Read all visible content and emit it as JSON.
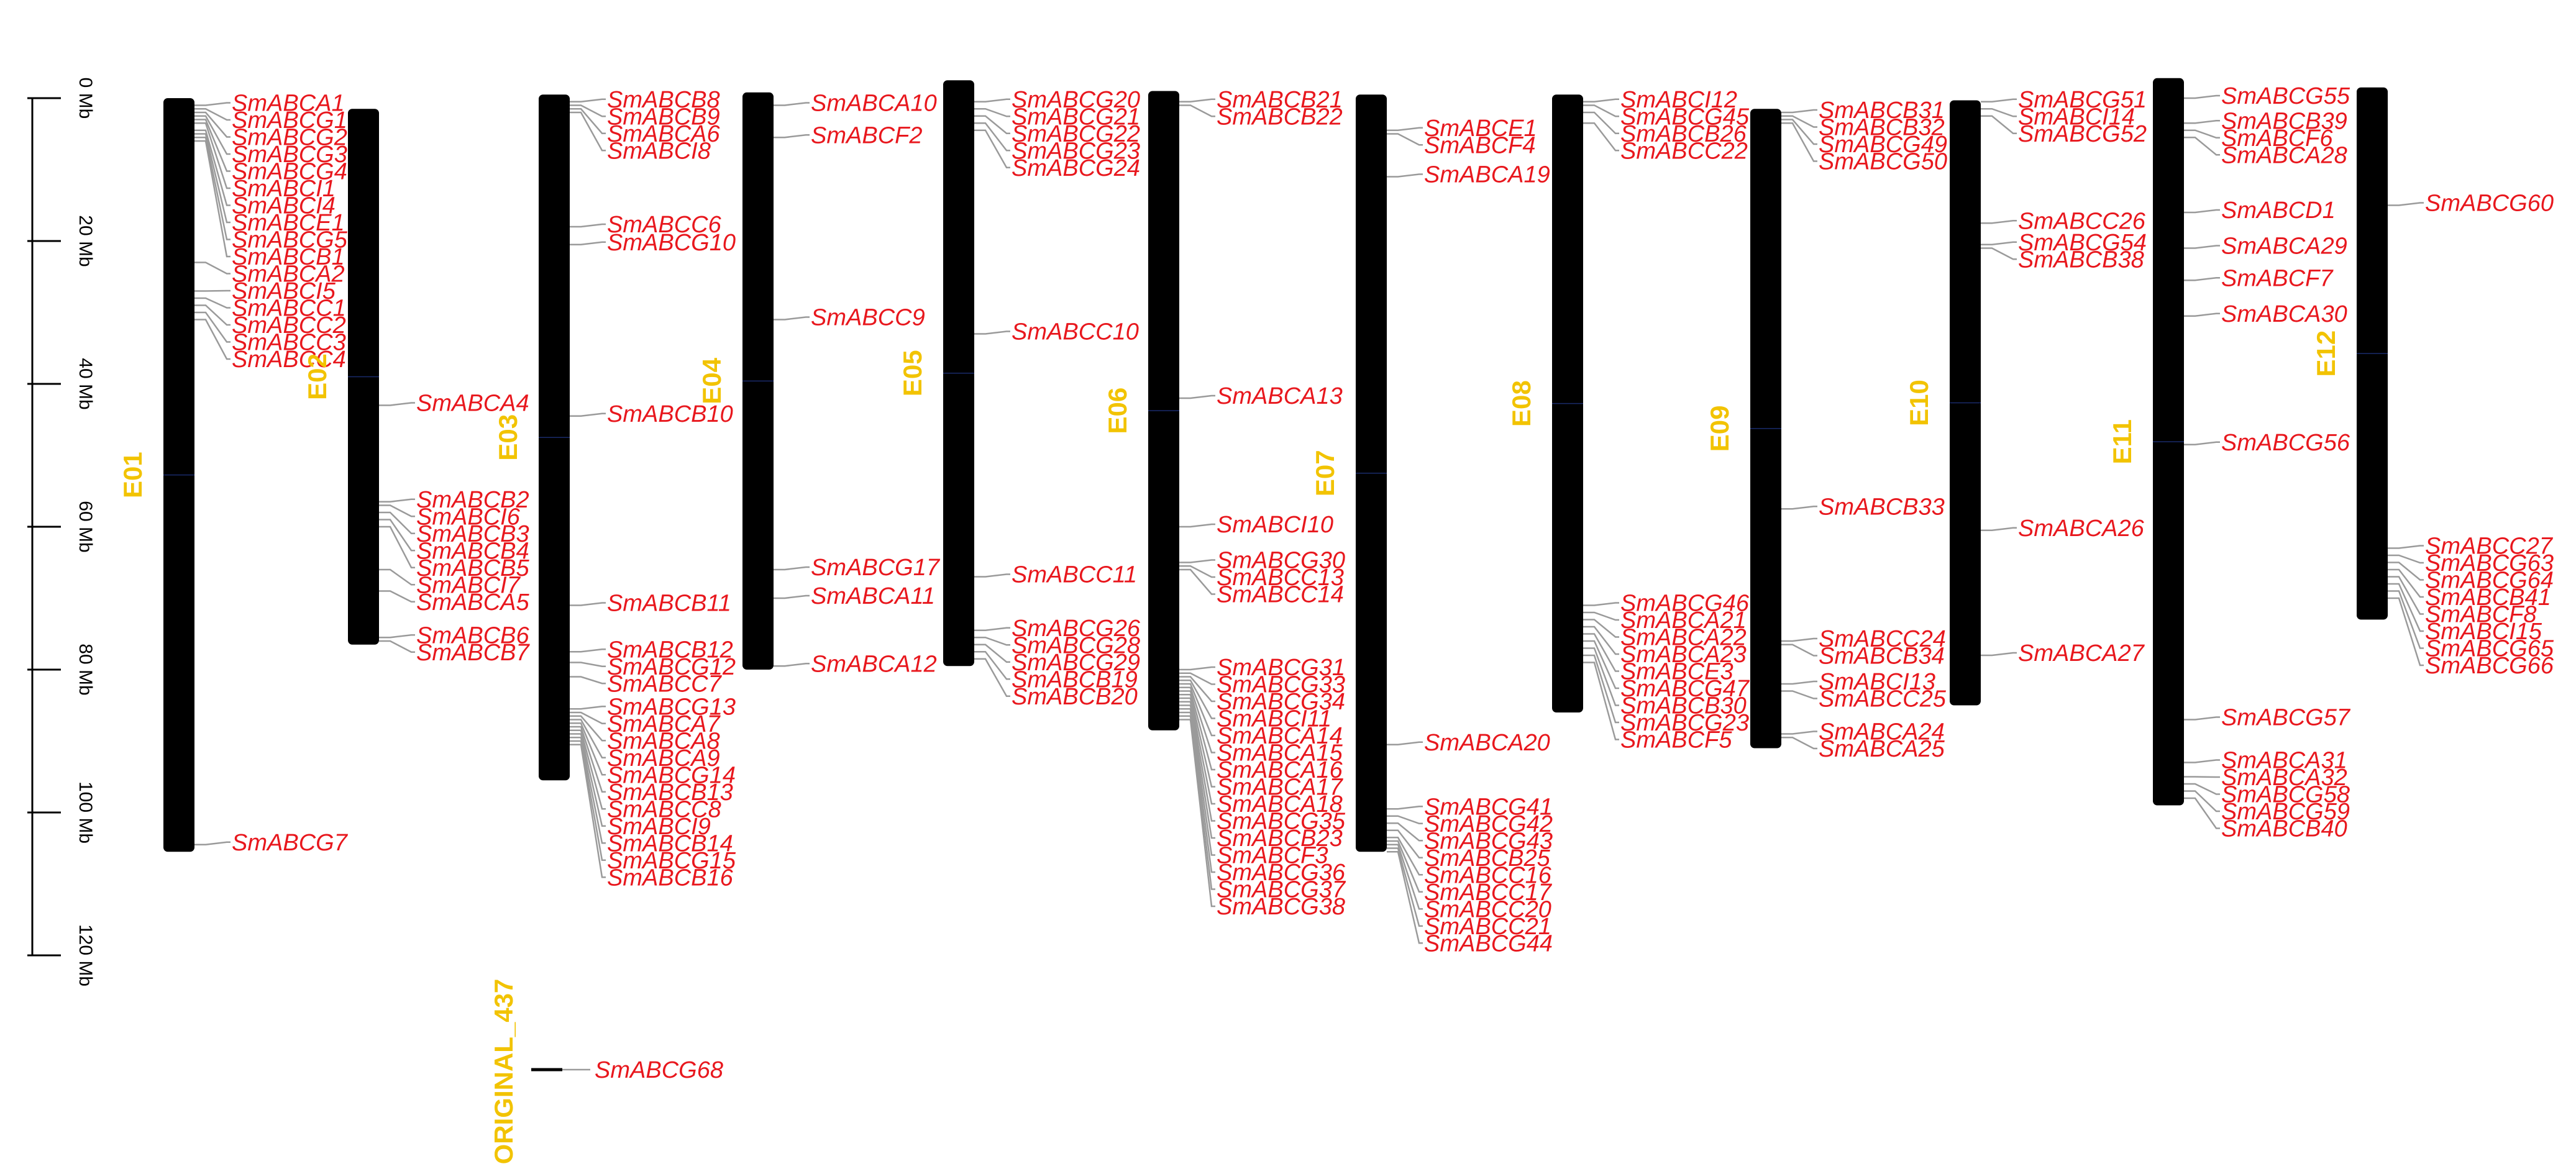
{
  "scale": {
    "unit": "Mb",
    "ticks": [
      {
        "value": 0,
        "label": "0 Mb"
      },
      {
        "value": 20,
        "label": "20 Mb"
      },
      {
        "value": 40,
        "label": "40 Mb"
      },
      {
        "value": 60,
        "label": "60 Mb"
      },
      {
        "value": 80,
        "label": "80 Mb"
      },
      {
        "value": 100,
        "label": "100 Mb"
      },
      {
        "value": 120,
        "label": "120 Mb"
      }
    ]
  },
  "colors": {
    "chromosome": "#000000",
    "chromosome_label": "#f2c300",
    "gene_label": "#e8171d",
    "leader_line": "#9a9a9a"
  },
  "chromosomes": [
    {
      "name": "E01",
      "start": 0,
      "end": 105.5,
      "genes": [
        {
          "name": "SmABCA1",
          "pos": 1.0
        },
        {
          "name": "SmABCG1",
          "pos": 1.5
        },
        {
          "name": "SmABCG2",
          "pos": 2.0
        },
        {
          "name": "SmABCG3",
          "pos": 2.5
        },
        {
          "name": "SmABCG4",
          "pos": 3.0
        },
        {
          "name": "SmABCI1",
          "pos": 3.5
        },
        {
          "name": "SmABCI4",
          "pos": 4.5
        },
        {
          "name": "SmABCE1",
          "pos": 5.0
        },
        {
          "name": "SmABCG5",
          "pos": 5.5
        },
        {
          "name": "SmABCB1",
          "pos": 6.0
        },
        {
          "name": "SmABCA2",
          "pos": 23.0
        },
        {
          "name": "SmABCI5",
          "pos": 27.0
        },
        {
          "name": "SmABCC1",
          "pos": 28.0
        },
        {
          "name": "SmABCC2",
          "pos": 29.0
        },
        {
          "name": "SmABCC3",
          "pos": 30.0
        },
        {
          "name": "SmABCC4",
          "pos": 31.0
        },
        {
          "name": "SmABCG7",
          "pos": 104.5
        }
      ]
    },
    {
      "name": "E02",
      "start": 1.5,
      "end": 76.5,
      "genes": [
        {
          "name": "SmABCA4",
          "pos": 43.0
        },
        {
          "name": "SmABCB2",
          "pos": 56.5
        },
        {
          "name": "SmABCI6",
          "pos": 57.0
        },
        {
          "name": "SmABCB3",
          "pos": 58.0
        },
        {
          "name": "SmABCB4",
          "pos": 59.0
        },
        {
          "name": "SmABCB5",
          "pos": 60.0
        },
        {
          "name": "SmABCI7",
          "pos": 66.0
        },
        {
          "name": "SmABCA5",
          "pos": 69.0
        },
        {
          "name": "SmABCB6",
          "pos": 75.5
        },
        {
          "name": "SmABCB7",
          "pos": 76.0
        }
      ]
    },
    {
      "name": "E03",
      "start": -0.5,
      "end": 95.5,
      "genes": [
        {
          "name": "SmABCB8",
          "pos": 0.5
        },
        {
          "name": "SmABCB9",
          "pos": 1.0
        },
        {
          "name": "SmABCA6",
          "pos": 1.5
        },
        {
          "name": "SmABCI8",
          "pos": 2.0
        },
        {
          "name": "SmABCC6",
          "pos": 18.0
        },
        {
          "name": "SmABCG10",
          "pos": 20.5
        },
        {
          "name": "SmABCB10",
          "pos": 44.5
        },
        {
          "name": "SmABCB11",
          "pos": 71.0
        },
        {
          "name": "SmABCB12",
          "pos": 77.5
        },
        {
          "name": "SmABCG12",
          "pos": 79.0
        },
        {
          "name": "SmABCC7",
          "pos": 81.0
        },
        {
          "name": "SmABCG13",
          "pos": 85.5
        },
        {
          "name": "SmABCA7",
          "pos": 86.0
        },
        {
          "name": "SmABCA8",
          "pos": 86.5
        },
        {
          "name": "SmABCA9",
          "pos": 87.0
        },
        {
          "name": "SmABCG14",
          "pos": 87.5
        },
        {
          "name": "SmABCB13",
          "pos": 88.0
        },
        {
          "name": "SmABCC8",
          "pos": 88.5
        },
        {
          "name": "SmABCI9",
          "pos": 89.0
        },
        {
          "name": "SmABCB14",
          "pos": 89.5
        },
        {
          "name": "SmABCG15",
          "pos": 90.0
        },
        {
          "name": "SmABCB16",
          "pos": 90.5
        }
      ]
    },
    {
      "name": "E04",
      "start": -0.8,
      "end": 80.0,
      "genes": [
        {
          "name": "SmABCA10",
          "pos": 1.0
        },
        {
          "name": "SmABCF2",
          "pos": 5.5
        },
        {
          "name": "SmABCC9",
          "pos": 31.0
        },
        {
          "name": "SmABCG17",
          "pos": 66.0
        },
        {
          "name": "SmABCA11",
          "pos": 70.0
        },
        {
          "name": "SmABCA12",
          "pos": 79.5
        }
      ]
    },
    {
      "name": "E05",
      "start": -2.5,
      "end": 79.5,
      "genes": [
        {
          "name": "SmABCG20",
          "pos": 0.5
        },
        {
          "name": "SmABCG21",
          "pos": 1.5
        },
        {
          "name": "SmABCG22",
          "pos": 2.5
        },
        {
          "name": "SmABCG23",
          "pos": 3.5
        },
        {
          "name": "SmABCG24",
          "pos": 4.5
        },
        {
          "name": "SmABCC10",
          "pos": 33.0
        },
        {
          "name": "SmABCC11",
          "pos": 67.0
        },
        {
          "name": "SmABCG26",
          "pos": 74.5
        },
        {
          "name": "SmABCG28",
          "pos": 75.5
        },
        {
          "name": "SmABCG29",
          "pos": 76.5
        },
        {
          "name": "SmABCB19",
          "pos": 77.5
        },
        {
          "name": "SmABCB20",
          "pos": 78.5
        }
      ]
    },
    {
      "name": "E06",
      "start": -1.0,
      "end": 88.5,
      "genes": [
        {
          "name": "SmABCB21",
          "pos": 0.5
        },
        {
          "name": "SmABCB22",
          "pos": 1.0
        },
        {
          "name": "SmABCA13",
          "pos": 42.0
        },
        {
          "name": "SmABCI10",
          "pos": 60.0
        },
        {
          "name": "SmABCG30",
          "pos": 65.0
        },
        {
          "name": "SmABCC13",
          "pos": 65.5
        },
        {
          "name": "SmABCC14",
          "pos": 66.0
        },
        {
          "name": "SmABCG31",
          "pos": 80.0
        },
        {
          "name": "SmABCG33",
          "pos": 80.5
        },
        {
          "name": "SmABCG34",
          "pos": 81.0
        },
        {
          "name": "SmABCI11",
          "pos": 81.5
        },
        {
          "name": "SmABCA14",
          "pos": 82.0
        },
        {
          "name": "SmABCA15",
          "pos": 82.5
        },
        {
          "name": "SmABCA16",
          "pos": 83.0
        },
        {
          "name": "SmABCA17",
          "pos": 83.5
        },
        {
          "name": "SmABCA18",
          "pos": 84.0
        },
        {
          "name": "SmABCG35",
          "pos": 84.5
        },
        {
          "name": "SmABCB23",
          "pos": 85.0
        },
        {
          "name": "SmABCF3",
          "pos": 85.5
        },
        {
          "name": "SmABCG36",
          "pos": 86.0
        },
        {
          "name": "SmABCG37",
          "pos": 86.5
        },
        {
          "name": "SmABCG38",
          "pos": 87.0
        }
      ]
    },
    {
      "name": "E07",
      "start": -0.5,
      "end": 105.5,
      "genes": [
        {
          "name": "SmABCE1",
          "pos": 4.5
        },
        {
          "name": "SmABCF4",
          "pos": 5.0
        },
        {
          "name": "SmABCA19",
          "pos": 11.0
        },
        {
          "name": "SmABCA20",
          "pos": 90.5
        },
        {
          "name": "SmABCG41",
          "pos": 99.5
        },
        {
          "name": "SmABCG42",
          "pos": 100.5
        },
        {
          "name": "SmABCG43",
          "pos": 101.5
        },
        {
          "name": "SmABCB25",
          "pos": 102.5
        },
        {
          "name": "SmABCC16",
          "pos": 103.5
        },
        {
          "name": "SmABCC17",
          "pos": 104.0
        },
        {
          "name": "SmABCC20",
          "pos": 104.5
        },
        {
          "name": "SmABCC21",
          "pos": 105.0
        },
        {
          "name": "SmABCG44",
          "pos": 105.5
        }
      ]
    },
    {
      "name": "E08",
      "start": -0.5,
      "end": 86.0,
      "genes": [
        {
          "name": "SmABCI12",
          "pos": 0.5
        },
        {
          "name": "SmABCG45",
          "pos": 1.0
        },
        {
          "name": "SmABCB26",
          "pos": 2.0
        },
        {
          "name": "SmABCC22",
          "pos": 3.5
        },
        {
          "name": "SmABCG46",
          "pos": 71.0
        },
        {
          "name": "SmABCA21",
          "pos": 72.0
        },
        {
          "name": "SmABCA22",
          "pos": 73.0
        },
        {
          "name": "SmABCA23",
          "pos": 74.0
        },
        {
          "name": "SmABCE3",
          "pos": 75.0
        },
        {
          "name": "SmABCG47",
          "pos": 76.0
        },
        {
          "name": "SmABCB30",
          "pos": 77.0
        },
        {
          "name": "SmABCG23",
          "pos": 78.0
        },
        {
          "name": "SmABCF5",
          "pos": 79.0
        }
      ]
    },
    {
      "name": "E09",
      "start": 1.5,
      "end": 91.0,
      "genes": [
        {
          "name": "SmABCB31",
          "pos": 2.0
        },
        {
          "name": "SmABCB32",
          "pos": 2.5
        },
        {
          "name": "SmABCG49",
          "pos": 3.0
        },
        {
          "name": "SmABCG50",
          "pos": 3.5
        },
        {
          "name": "SmABCB33",
          "pos": 57.5
        },
        {
          "name": "SmABCC24",
          "pos": 76.0
        },
        {
          "name": "SmABCB34",
          "pos": 76.5
        },
        {
          "name": "SmABCI13",
          "pos": 82.0
        },
        {
          "name": "SmABCC25",
          "pos": 83.0
        },
        {
          "name": "SmABCA24",
          "pos": 89.0
        },
        {
          "name": "SmABCA25",
          "pos": 89.5
        }
      ]
    },
    {
      "name": "E10",
      "start": 0.3,
      "end": 85.0,
      "genes": [
        {
          "name": "SmABCG51",
          "pos": 0.5
        },
        {
          "name": "SmABCI14",
          "pos": 1.5
        },
        {
          "name": "SmABCG52",
          "pos": 2.5
        },
        {
          "name": "SmABCC26",
          "pos": 17.5
        },
        {
          "name": "SmABCG54",
          "pos": 20.5
        },
        {
          "name": "SmABCB38",
          "pos": 21.0
        },
        {
          "name": "SmABCA26",
          "pos": 60.5
        },
        {
          "name": "SmABCA27",
          "pos": 78.0
        }
      ]
    },
    {
      "name": "E11",
      "start": -2.8,
      "end": 99.0,
      "genes": [
        {
          "name": "SmABCG55",
          "pos": 0.0
        },
        {
          "name": "SmABCB39",
          "pos": 3.5
        },
        {
          "name": "SmABCF6",
          "pos": 4.5
        },
        {
          "name": "SmABCA28",
          "pos": 5.5
        },
        {
          "name": "SmABCD1",
          "pos": 16.0
        },
        {
          "name": "SmABCA29",
          "pos": 21.0
        },
        {
          "name": "SmABCF7",
          "pos": 25.5
        },
        {
          "name": "SmABCA30",
          "pos": 30.5
        },
        {
          "name": "SmABCG56",
          "pos": 48.5
        },
        {
          "name": "SmABCG57",
          "pos": 87.0
        },
        {
          "name": "SmABCA31",
          "pos": 93.0
        },
        {
          "name": "SmABCA32",
          "pos": 95.0
        },
        {
          "name": "SmABCG58",
          "pos": 96.0
        },
        {
          "name": "SmABCG59",
          "pos": 97.0
        },
        {
          "name": "SmABCB40",
          "pos": 98.0
        }
      ]
    },
    {
      "name": "E12",
      "start": -1.5,
      "end": 73.0,
      "genes": [
        {
          "name": "SmABCG60",
          "pos": 15.0
        },
        {
          "name": "SmABCC27",
          "pos": 63.0
        },
        {
          "name": "SmABCG63",
          "pos": 64.0
        },
        {
          "name": "SmABCG64",
          "pos": 65.0
        },
        {
          "name": "SmABCB41",
          "pos": 66.0
        },
        {
          "name": "SmABCF8",
          "pos": 67.0
        },
        {
          "name": "SmABCI15",
          "pos": 68.0
        },
        {
          "name": "SmABCG65",
          "pos": 69.0
        },
        {
          "name": "SmABCG66",
          "pos": 70.0
        }
      ]
    }
  ],
  "unplaced": {
    "name": "ORIGINAL_437",
    "genes": [
      {
        "name": "SmABCG68"
      }
    ]
  }
}
